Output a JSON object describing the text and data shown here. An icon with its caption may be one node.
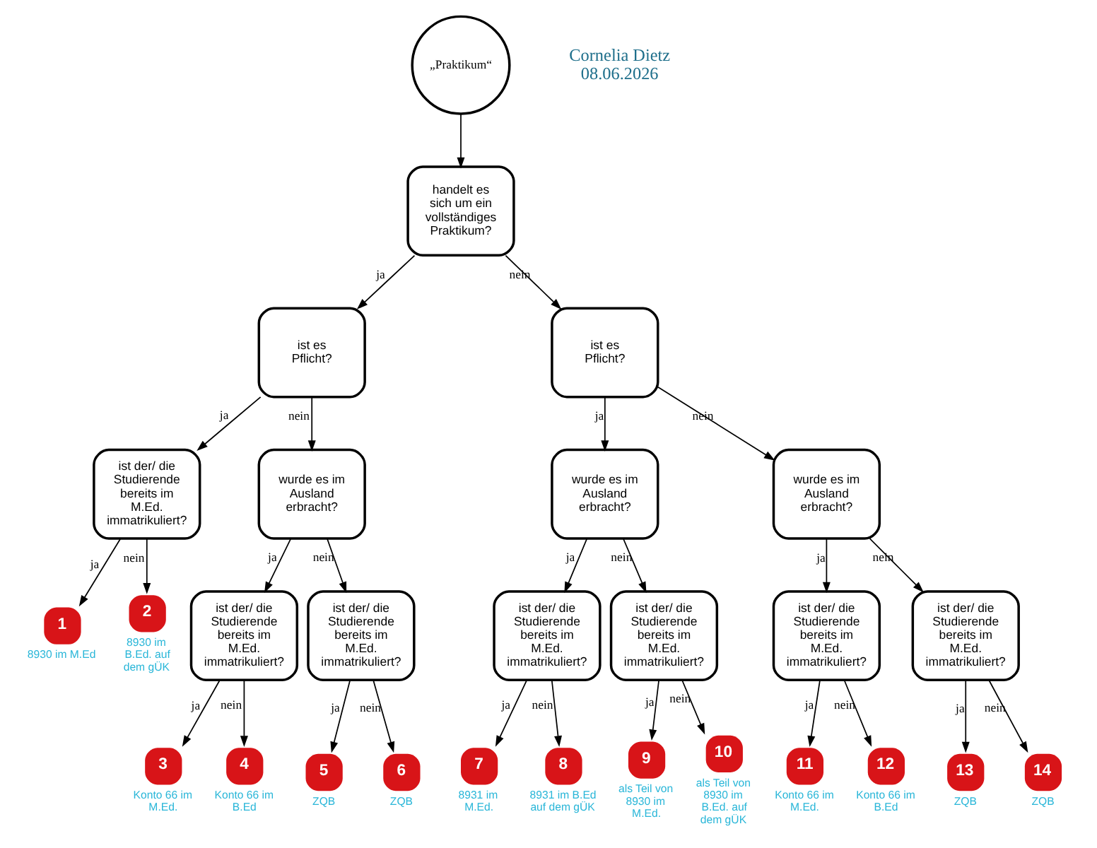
{
  "diagram": {
    "nodes": [
      {
        "text": [
          "„Praktikum“"
        ]
      },
      {
        "text": [
          "handelt es sich um ein vollständiges Praktikum?"
        ]
      },
      {
        "text": [
          "ist es Pflicht?"
        ]
      },
      {
        "text": [
          "ist es Pflicht?"
        ]
      },
      {
        "text": [
          "ist der/ die Studierende bereits im M.Ed. immatrikuliert?"
        ]
      },
      {
        "text": [
          "wurde es im Ausland erbracht?"
        ]
      },
      {
        "text": [
          "wurde es im Ausland erbracht?"
        ]
      },
      {
        "text": [
          "wurde es im Ausland erbracht?"
        ]
      },
      {
        "text": [
          "ist der/ die Studierende bereits im M.Ed. immatrikuliert?"
        ]
      },
      {
        "text": [
          "ist der/ die Studierende bereits im M.Ed. immatrikuliert?"
        ]
      },
      {
        "text": [
          "ist der/ die Studierende bereits im M.Ed. immatrikuliert?"
        ]
      },
      {
        "text": [
          "ist der/ die Studierende bereits im M.Ed. immatrikuliert?"
        ]
      },
      {
        "text": [
          "ist der/ die Studierende bereits im M.Ed. immatrikuliert?"
        ]
      },
      {
        "text": [
          "ist der/ die Studierende bereits im M.Ed. immatrikuliert?"
        ]
      },
      {
        "text": [
          "1"
        ],
        "beside": [
          "8930 im M.Ed"
        ]
      },
      {
        "text": [
          "2"
        ],
        "beside": [
          "8930 im B.Ed. auf dem gÜK"
        ]
      },
      {
        "text": [
          "3"
        ],
        "beside": [
          "Konto 66 im M.Ed."
        ]
      },
      {
        "text": [
          "4"
        ],
        "beside": [
          "Konto 66 im B.Ed"
        ]
      },
      {
        "text": [
          "5"
        ],
        "beside": [
          "ZQB"
        ]
      },
      {
        "text": [
          "6"
        ],
        "beside": [
          "ZQB"
        ]
      },
      {
        "text": [
          "7"
        ],
        "beside": [
          "8931 im M.Ed."
        ]
      },
      {
        "text": [
          "8"
        ],
        "beside": [
          "8931 im B.Ed auf dem gÜK"
        ]
      },
      {
        "text": [
          "9"
        ],
        "beside": [
          "als Teil von 8930 im M.Ed."
        ]
      },
      {
        "text": [
          "10"
        ],
        "beside": [
          "als Teil von 8930 im B.Ed. auf dem gÜK"
        ]
      },
      {
        "text": [
          "11"
        ],
        "beside": [
          "Konto 66 im M.Ed."
        ]
      },
      {
        "text": [
          "12"
        ],
        "beside": [
          "Konto 66 im B.Ed"
        ]
      },
      {
        "text": [
          "13"
        ],
        "beside": [
          "ZQB"
        ]
      },
      {
        "text": [
          "14"
        ],
        "beside": [
          "ZQB"
        ]
      }
    ],
    "edges": [
      {
        "from": 0,
        "to": 1,
        "arrow": "to"
      },
      {
        "from": 1,
        "to": 2,
        "arrow": "to",
        "label": "ja"
      },
      {
        "from": 1,
        "to": 3,
        "arrow": "to",
        "label": "nein"
      },
      {
        "from": 2,
        "to": 4,
        "arrow": "to",
        "label": "ja"
      },
      {
        "from": 2,
        "to": 5,
        "arrow": "to",
        "label": "nein"
      },
      {
        "from": 3,
        "to": 6,
        "arrow": "to",
        "label": "ja"
      },
      {
        "from": 3,
        "to": 7,
        "arrow": "to",
        "label": "nein"
      },
      {
        "from": 5,
        "to": 8,
        "arrow": "to",
        "label": "ja"
      },
      {
        "from": 5,
        "to": 9,
        "arrow": "to",
        "label": "nein"
      },
      {
        "from": 6,
        "to": 10,
        "arrow": "to",
        "label": "ja"
      },
      {
        "from": 6,
        "to": 11,
        "arrow": "to",
        "label": "nein"
      },
      {
        "from": 7,
        "to": 12,
        "arrow": "to",
        "label": "ja"
      },
      {
        "from": 7,
        "to": 13,
        "arrow": "to",
        "label": "nein"
      },
      {
        "from": 4,
        "to": 14,
        "arrow": "to",
        "label": "ja"
      },
      {
        "from": 4,
        "to": 15,
        "arrow": "to",
        "label": "nein"
      },
      {
        "from": 8,
        "to": 16,
        "arrow": "to",
        "label": "ja"
      },
      {
        "from": 8,
        "to": 17,
        "arrow": "to",
        "label": "nein"
      },
      {
        "from": 9,
        "to": 18,
        "arrow": "to",
        "label": "ja"
      },
      {
        "from": 9,
        "to": 19,
        "arrow": "to",
        "label": "nein"
      },
      {
        "from": 10,
        "to": 20,
        "arrow": "to",
        "label": "ja"
      },
      {
        "from": 10,
        "to": 21,
        "arrow": "to",
        "label": "nein"
      },
      {
        "from": 11,
        "to": 22,
        "arrow": "to",
        "label": "ja"
      },
      {
        "from": 11,
        "to": 23,
        "arrow": "to",
        "label": "nein"
      },
      {
        "from": 12,
        "to": 24,
        "arrow": "to",
        "label": "ja"
      },
      {
        "from": 12,
        "to": 25,
        "arrow": "to",
        "label": "nein"
      },
      {
        "from": 13,
        "to": 26,
        "arrow": "to",
        "label": "ja"
      },
      {
        "from": 13,
        "to": 27,
        "arrow": "to",
        "label": "nein"
      }
    ],
    "labels": [
      "Cornelia Dietz",
      "08.06.2026"
    ]
  }
}
